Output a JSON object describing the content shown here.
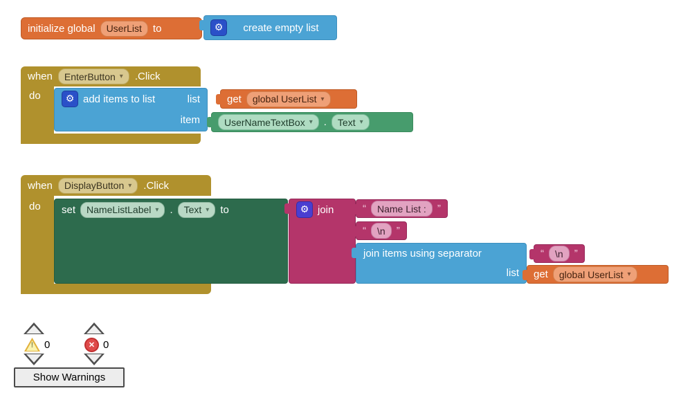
{
  "ui": {
    "gear_glyph": "⚙",
    "dropdown_arrow": "▾",
    "quote_open": "“",
    "quote_close": "”"
  },
  "colors": {
    "event_block": "#B0912D",
    "variable_block": "#DD6E35",
    "list_block": "#4BA3D4",
    "text_block": "#B4356A",
    "component_set_block": "#2D6B4D",
    "component_get_block": "#479C6D",
    "mutator_badge_list": "#2A50C8",
    "mutator_badge_text": "#4A3ED1"
  },
  "init_block": {
    "label": "initialize global",
    "name_field": "UserList",
    "to_label": "to",
    "create_empty_list_label": "create empty list"
  },
  "enter_block": {
    "when_label": "when",
    "component": "EnterButton",
    "event": ".Click",
    "do_label": "do",
    "add_items_label": "add items to list",
    "list_param": "list",
    "item_param": "item",
    "get_block": {
      "label": "get",
      "variable": "global UserList"
    },
    "component_getter": {
      "component": "UserNameTextBox",
      "dot": ".",
      "property": "Text"
    }
  },
  "display_block": {
    "when_label": "when",
    "component": "DisplayButton",
    "event": ".Click",
    "do_label": "do",
    "set_label": "set",
    "set_component": "NameListLabel",
    "dot": ".",
    "set_property": "Text",
    "to_label": "to",
    "join_label": "join",
    "string1": "Name List : ",
    "string2": "\\n",
    "join_separator_label": "join items using separator",
    "separator_string": "\\n",
    "list_param": "list",
    "get_block": {
      "label": "get",
      "variable": "global UserList"
    }
  },
  "footer": {
    "warning_count": "0",
    "error_count": "0",
    "warning_icon_label": "!",
    "error_icon_label": "✕",
    "show_warnings_label": "Show Warnings"
  }
}
